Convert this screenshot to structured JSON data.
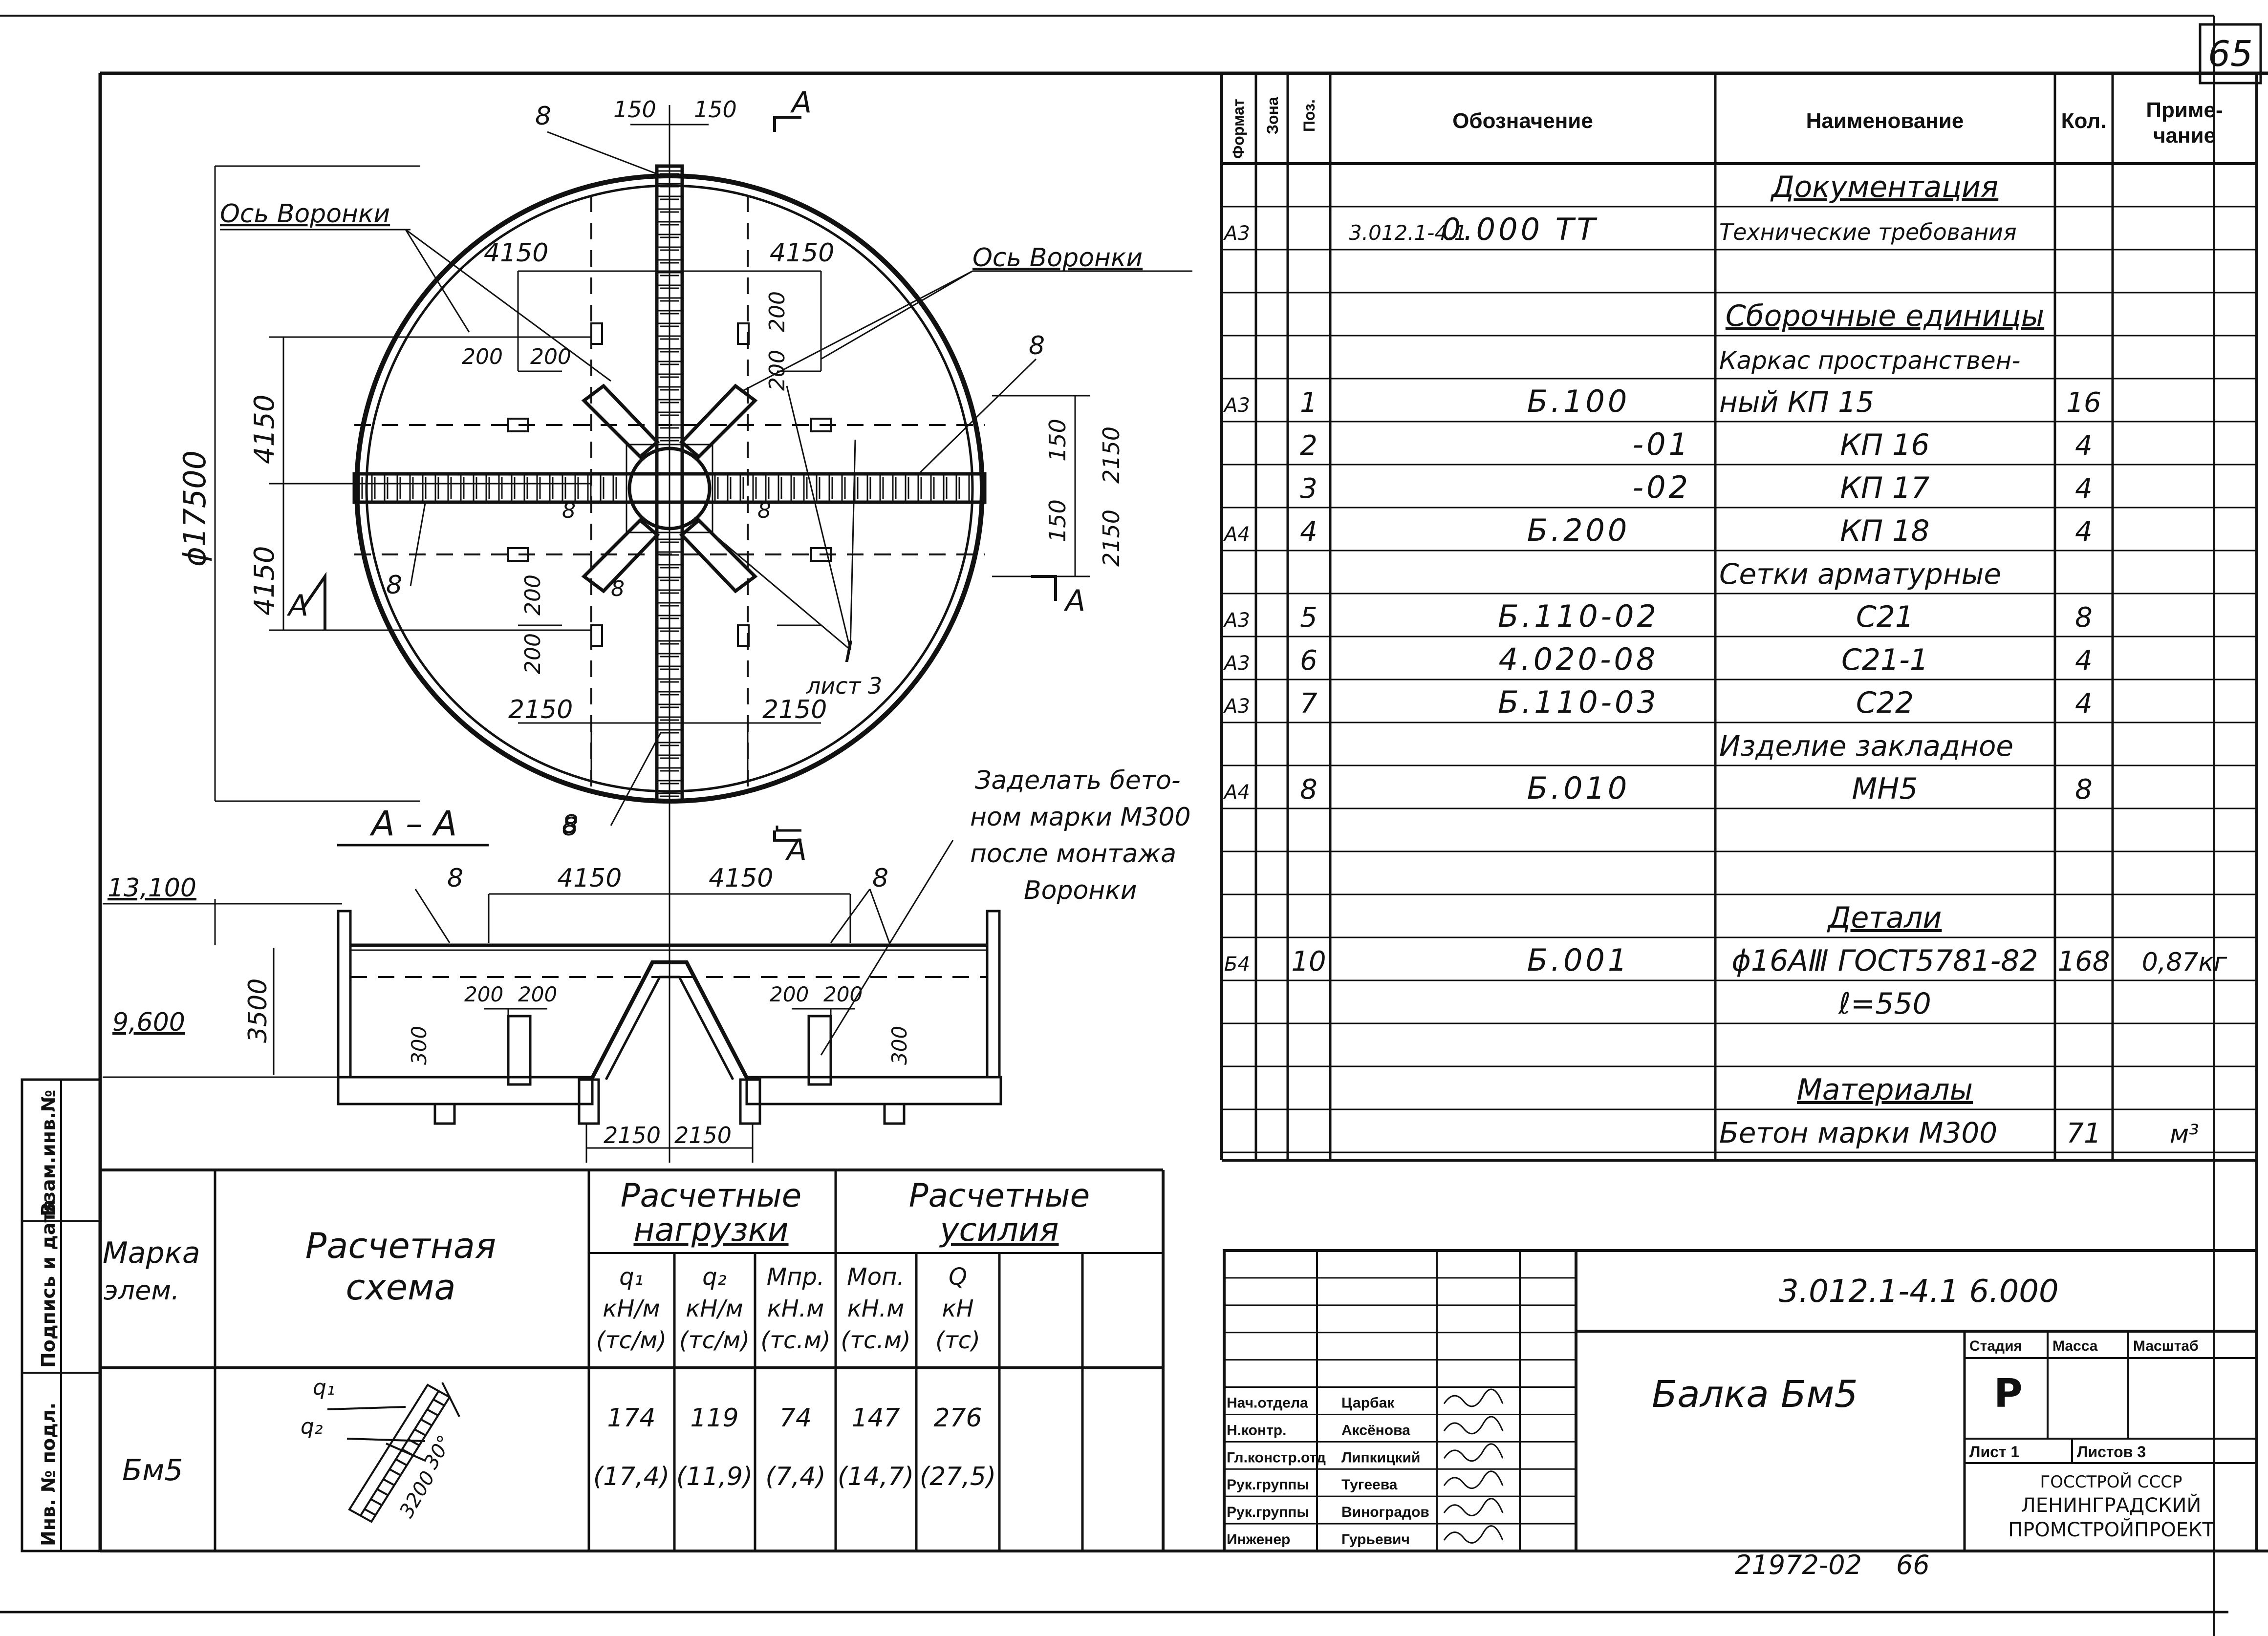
{
  "page_number": "65",
  "footer": {
    "doc_no": "21972-02",
    "page": "66"
  },
  "side_stamp": {
    "inv_no": "Взам.инв.№",
    "sign_date": "Подпись и дата",
    "inv_orig": "Инв. № подл."
  },
  "plan": {
    "dims_top": [
      "8",
      "150",
      "150"
    ],
    "axis_labels": [
      "Ось Воронки",
      "Ось Воронки"
    ],
    "dims_upper": [
      "4150",
      "4150",
      "200",
      "200",
      "200",
      "200"
    ],
    "dims_left": [
      "4150",
      "4150"
    ],
    "diameter": "ϕ17500",
    "dims_right": [
      "150",
      "2150",
      "150",
      "2150"
    ],
    "marks": [
      "8",
      "8",
      "8",
      "8",
      "8",
      "8",
      "8"
    ],
    "dims_lower": [
      "200",
      "200",
      "2150",
      "2150"
    ],
    "section_marks": [
      "A",
      "A",
      "A",
      "A"
    ],
    "detail": {
      "no": "I",
      "sheet": "лист 3"
    }
  },
  "section": {
    "title": "А – А",
    "mark": "8",
    "levels": [
      "13,100",
      "9,600"
    ],
    "dims": [
      "4150",
      "4150",
      "3500",
      "200",
      "200",
      "200",
      "200",
      "300",
      "300",
      "2150",
      "2150"
    ],
    "marks": [
      "8",
      "8"
    ],
    "note": [
      "Заделать бето-",
      "ном марки М300",
      "после монтажа",
      "Воронки"
    ]
  },
  "spec": {
    "headers": {
      "format": "Формат",
      "zone": "Зона",
      "pos": "Поз.",
      "designation": "Обозначение",
      "name": "Наименование",
      "qty": "Кол.",
      "note": "Приме-чание"
    },
    "rows": [
      {
        "fmt": "",
        "pos": "",
        "des": "",
        "name": "Документация",
        "qty": "",
        "note": "",
        "u": true
      },
      {
        "fmt": "А3",
        "pos": "",
        "des_a": "3.012.1-4.1",
        "des": "0.000 ТТ",
        "name": "Технические требования",
        "qty": "",
        "note": ""
      },
      {
        "fmt": "",
        "pos": "",
        "des": "",
        "name": "",
        "qty": "",
        "note": ""
      },
      {
        "fmt": "",
        "pos": "",
        "des": "",
        "name": "Сборочные единицы",
        "qty": "",
        "note": "",
        "u": true
      },
      {
        "fmt": "",
        "pos": "",
        "des": "",
        "name": "Каркас пространствен-",
        "qty": "",
        "note": ""
      },
      {
        "fmt": "А3",
        "pos": "1",
        "des": "Б.100",
        "name": "ный  КП 15",
        "qty": "16",
        "note": ""
      },
      {
        "fmt": "",
        "pos": "2",
        "des": "-01",
        "name": "КП 16",
        "qty": "4",
        "note": ""
      },
      {
        "fmt": "",
        "pos": "3",
        "des": "-02",
        "name": "КП 17",
        "qty": "4",
        "note": ""
      },
      {
        "fmt": "А4",
        "pos": "4",
        "des": "Б.200",
        "name": "КП 18",
        "qty": "4",
        "note": ""
      },
      {
        "fmt": "",
        "pos": "",
        "des": "",
        "name": "Сетки арматурные",
        "qty": "",
        "note": ""
      },
      {
        "fmt": "А3",
        "pos": "5",
        "des": "Б.110-02",
        "name": "С21",
        "qty": "8",
        "note": ""
      },
      {
        "fmt": "А3",
        "pos": "6",
        "des": "4.020-08",
        "name": "С21-1",
        "qty": "4",
        "note": ""
      },
      {
        "fmt": "А3",
        "pos": "7",
        "des": "Б.110-03",
        "name": "С22",
        "qty": "4",
        "note": ""
      },
      {
        "fmt": "",
        "pos": "",
        "des": "",
        "name": "Изделие закладное",
        "qty": "",
        "note": ""
      },
      {
        "fmt": "А4",
        "pos": "8",
        "des": "Б.010",
        "name": "МН5",
        "qty": "8",
        "note": ""
      },
      {
        "fmt": "",
        "pos": "",
        "des": "",
        "name": "",
        "qty": "",
        "note": ""
      },
      {
        "fmt": "",
        "pos": "",
        "des": "",
        "name": "",
        "qty": "",
        "note": ""
      },
      {
        "fmt": "",
        "pos": "",
        "des": "",
        "name": "Детали",
        "qty": "",
        "note": "",
        "u": true
      },
      {
        "fmt": "Б4",
        "pos": "10",
        "des": "Б.001",
        "name": "ϕ16АⅢ ГОСТ5781-82",
        "qty": "168",
        "note": "0,87кг"
      },
      {
        "fmt": "",
        "pos": "",
        "des": "",
        "name": "ℓ=550",
        "qty": "",
        "note": ""
      },
      {
        "fmt": "",
        "pos": "",
        "des": "",
        "name": "",
        "qty": "",
        "note": ""
      },
      {
        "fmt": "",
        "pos": "",
        "des": "",
        "name": "Материалы",
        "qty": "",
        "note": "",
        "u": true
      },
      {
        "fmt": "",
        "pos": "",
        "des": "",
        "name": "Бетон марки М300",
        "qty": "71",
        "note": "м³"
      }
    ]
  },
  "loads": {
    "h_mark": [
      "Марка",
      "элем."
    ],
    "h_scheme": [
      "Расчетная",
      "схема"
    ],
    "h_loads": [
      "Расчетные",
      "нагрузки"
    ],
    "h_forces": [
      "Расчетные",
      "усилия"
    ],
    "sub": [
      [
        "q₁",
        "кН/м",
        "(тс/м)"
      ],
      [
        "q₂",
        "кН/м",
        "(тс/м)"
      ],
      [
        "Мпр.",
        "кН.м",
        "(тс.м)"
      ],
      [
        "Моп.",
        "кН.м",
        "(тс.м)"
      ],
      [
        "Q",
        "кН",
        "(тс)"
      ]
    ],
    "row": {
      "mark": "Бм5",
      "values": [
        [
          "174",
          "(17,4)"
        ],
        [
          "119",
          "(11,9)"
        ],
        [
          "74",
          "(7,4)"
        ],
        [
          "147",
          "(14,7)"
        ],
        [
          "276",
          "(27,5)"
        ]
      ],
      "scheme": {
        "q1": "q₁",
        "q2": "q₂",
        "angle": "30°",
        "length": "3200"
      }
    }
  },
  "title_block": {
    "code": "3.012.1-4.1 6.000",
    "name": "Балка Бм5",
    "stage_h": "Стадия",
    "mass_h": "Масса",
    "scale_h": "Масштаб",
    "stage": "Р",
    "sheet": "Лист 1",
    "sheets": "Листов 3",
    "org": [
      "ГОССТРОЙ СССР",
      "ЛЕНИНГРАДСКИЙ",
      "ПРОМСТРОЙПРОЕКТ"
    ],
    "signers": [
      {
        "role": "Нач.отдела",
        "name": "Царбак"
      },
      {
        "role": "Н.контр.",
        "name": "Аксёнова"
      },
      {
        "role": "Гл.констр.отд",
        "name": "Липкицкий"
      },
      {
        "role": "Рук.группы",
        "name": "Тугеева"
      },
      {
        "role": "Рук.группы",
        "name": "Виноградов"
      },
      {
        "role": "Инженер",
        "name": "Гурьевич"
      }
    ]
  }
}
